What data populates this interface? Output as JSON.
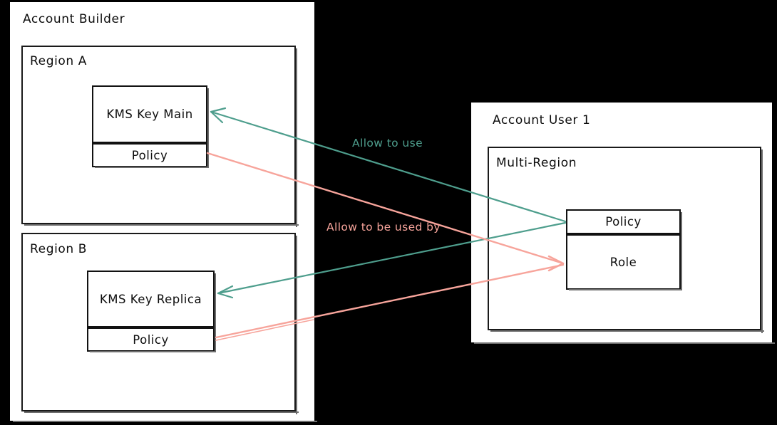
{
  "diagram": {
    "title_hidden": "",
    "background_color": "#000000",
    "surface_color": "#ffffff",
    "stroke_color": "#111111",
    "accent_allow_use": "#4e9e8d",
    "accent_allow_used_by": "#f7a49b"
  },
  "left_panel": {
    "label": "Account Builder",
    "regions": [
      {
        "label": "Region A",
        "nodes": [
          {
            "label": "KMS Key Main"
          },
          {
            "label": "Policy"
          }
        ]
      },
      {
        "label": "Region B",
        "nodes": [
          {
            "label": "KMS Key Replica"
          },
          {
            "label": "Policy"
          }
        ]
      }
    ]
  },
  "right_panel": {
    "label": "Account User 1",
    "inner": {
      "label": "Multi-Region",
      "nodes": [
        {
          "label": "Policy"
        },
        {
          "label": "Role"
        }
      ]
    }
  },
  "edges": [
    {
      "label": "Allow to use",
      "color": "#4e9e8d",
      "from": "Policy (Account User 1)",
      "to": "KMS Key Main"
    },
    {
      "label": "Allow to be used by",
      "color": "#f7a49b",
      "from": "Policy (KMS Key Main)",
      "to": "Role"
    }
  ],
  "icons": {
    "arrow_left": "arrow-left-icon",
    "arrow_right": "arrow-right-icon"
  }
}
